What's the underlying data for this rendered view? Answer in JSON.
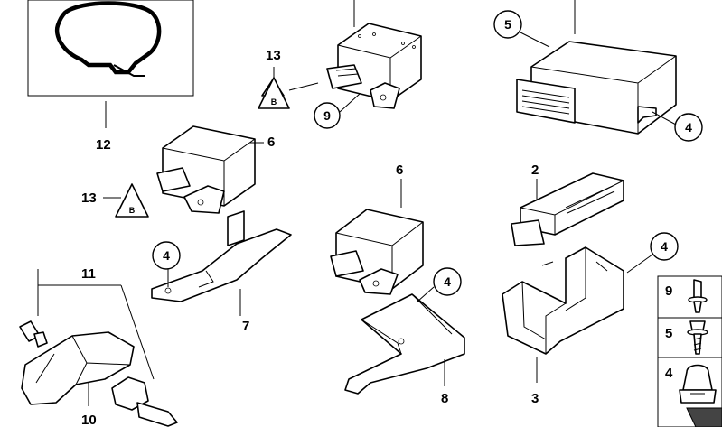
{
  "callouts": {
    "c1": "12",
    "c2": "13",
    "c3": "9",
    "c4": "5",
    "c5": "4",
    "c6": "6",
    "c7": "13",
    "c8": "2",
    "c9": "6",
    "c10": "4",
    "c11": "7",
    "c12": "4",
    "c13": "4",
    "c14": "11",
    "c15": "8",
    "c16": "3",
    "c17": "10"
  },
  "small_parts": {
    "item1": "9",
    "item2": "5",
    "item3": "4"
  }
}
